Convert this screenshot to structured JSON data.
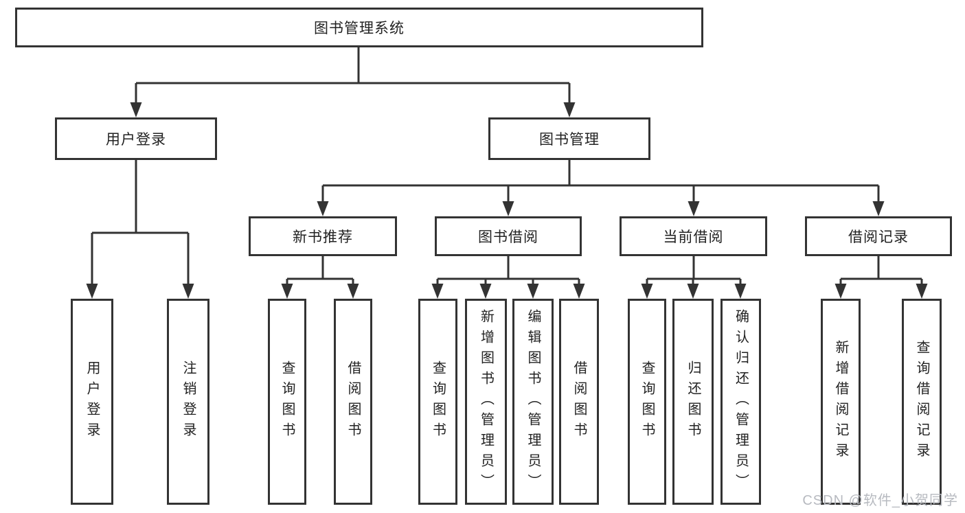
{
  "root": {
    "label": "图书管理系统"
  },
  "level2": {
    "user_login": {
      "label": "用户登录"
    },
    "book_management": {
      "label": "图书管理"
    }
  },
  "level3": {
    "new_book": {
      "label": "新书推荐"
    },
    "book_borrow": {
      "label": "图书借阅"
    },
    "current_borrow": {
      "label": "当前借阅"
    },
    "borrow_records": {
      "label": "借阅记录"
    }
  },
  "leaves": {
    "user_login": [
      {
        "label": "用户登录"
      },
      {
        "label": "注销登录"
      }
    ],
    "new_book": [
      {
        "label": "查询图书"
      },
      {
        "label": "借阅图书"
      }
    ],
    "book_borrow": [
      {
        "label": "查询图书"
      },
      {
        "label": "新增图书（管理员）"
      },
      {
        "label": "编辑图书（管理员）"
      },
      {
        "label": "借阅图书"
      }
    ],
    "current_borrow": [
      {
        "label": "查询图书"
      },
      {
        "label": "归还图书"
      },
      {
        "label": "确认归还（管理员）"
      }
    ],
    "borrow_records": [
      {
        "label": "新增借阅记录"
      },
      {
        "label": "查询借阅记录"
      }
    ]
  },
  "watermark": {
    "label": "CSDN @软件_小贺同学"
  },
  "colors": {
    "background": "#ffffff",
    "line": "#333333",
    "box_border": "#333333",
    "text": "#222222",
    "watermark_text": "#b7bac0"
  }
}
